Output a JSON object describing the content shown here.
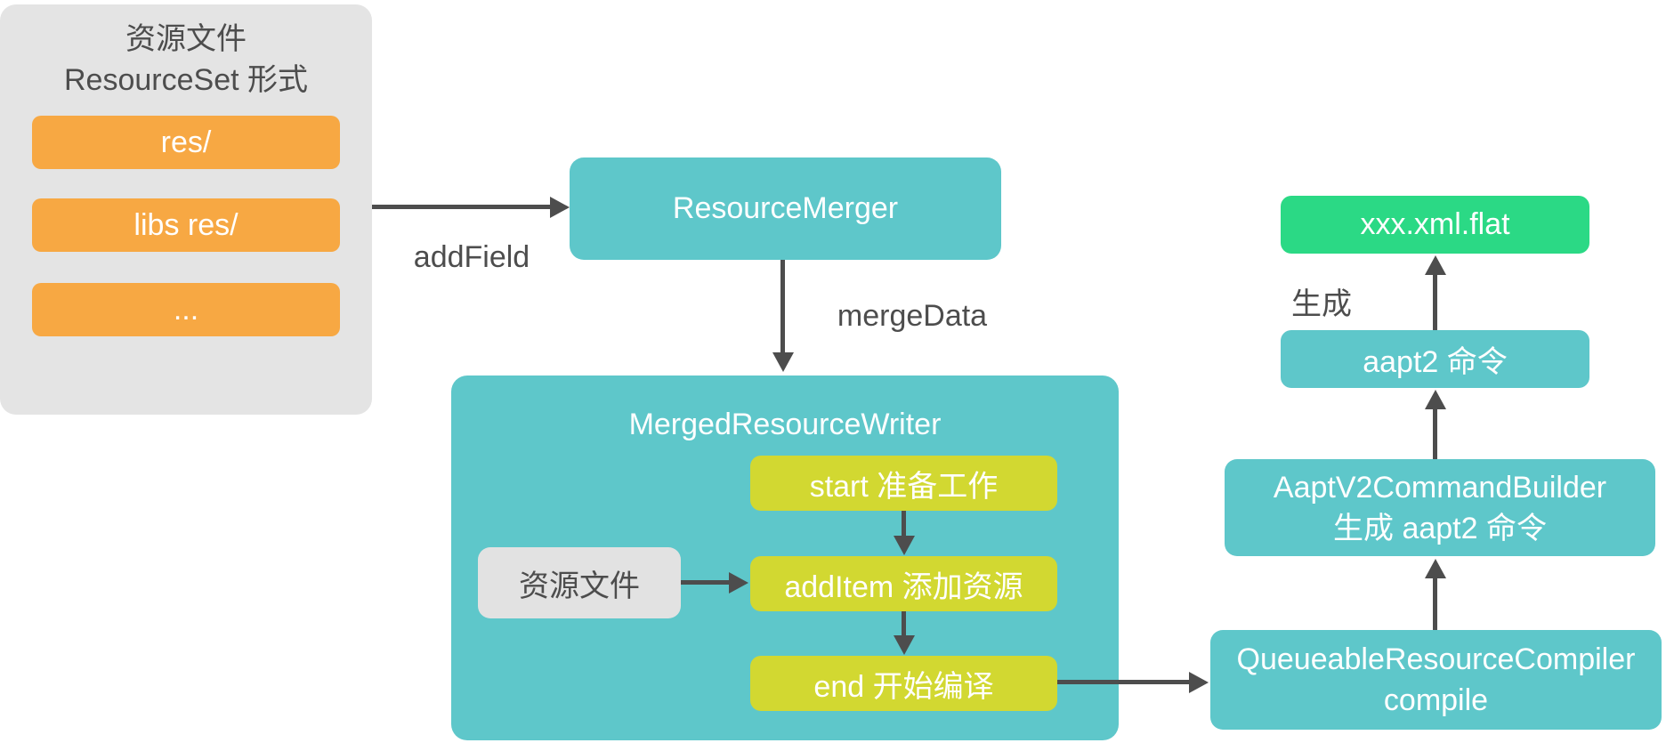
{
  "colors": {
    "teal": "#5ec7ca",
    "orange": "#f7a843",
    "yellow_green": "#d2d831",
    "green": "#2bd985",
    "panel_gray": "#e4e4e4",
    "node_gray": "#e2e2e2",
    "arrow_and_text": "#4d4d4d",
    "node_text": "#ffffff"
  },
  "resource_panel": {
    "title_line1": "资源文件",
    "title_line2": "ResourceSet 形式",
    "items": [
      "res/",
      "libs res/",
      "..."
    ]
  },
  "nodes": {
    "resource_merger": "ResourceMerger",
    "merged_resource_writer": "MergedResourceWriter",
    "steps": [
      "start 准备工作",
      "addItem 添加资源",
      "end 开始编译"
    ],
    "resource_file": "资源文件",
    "queueable_line1": "QueueableResourceCompiler",
    "queueable_line2": "compile",
    "aapt_builder_line1": "AaptV2CommandBuilder",
    "aapt_builder_line2": "生成 aapt2 命令",
    "aapt2_command": "aapt2 命令",
    "flat_output": "xxx.xml.flat"
  },
  "edge_labels": {
    "add_field": "addField",
    "merge_data": "mergeData",
    "generate": "生成"
  }
}
